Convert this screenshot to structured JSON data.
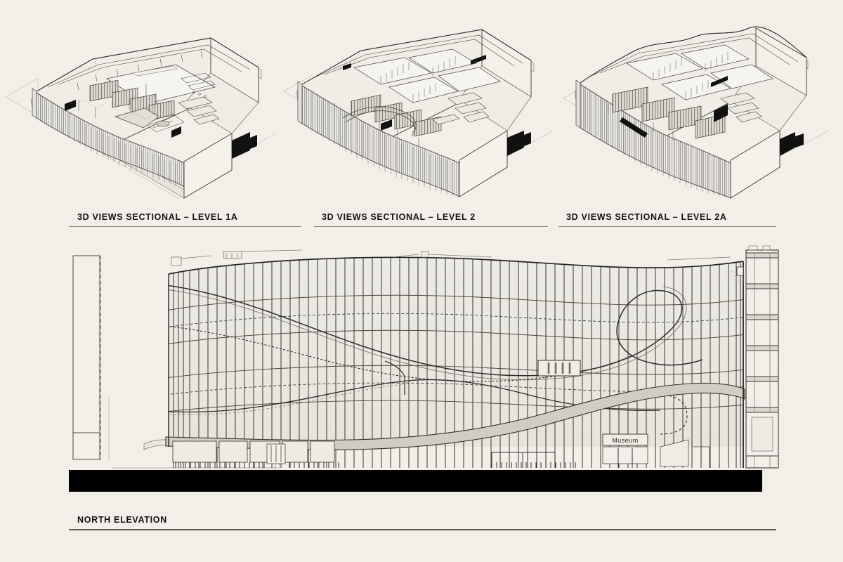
{
  "board": {
    "background_color": "#f2efe9",
    "ink_color": "#14130f",
    "rule_color": "#8e8a80",
    "ground_color": "#000000",
    "glass_fill": "#e9e6e0",
    "soffit_fill": "#d9d6cf"
  },
  "panels": [
    {
      "id": "axo-level-1a",
      "caption": "3D VIEWS SECTIONAL – LEVEL 1A",
      "drawing_type": "cutaway-axonometric",
      "level": "1A"
    },
    {
      "id": "axo-level-2",
      "caption": "3D VIEWS SECTIONAL – LEVEL 2",
      "drawing_type": "cutaway-axonometric",
      "level": "2"
    },
    {
      "id": "axo-level-2a",
      "caption": "3D VIEWS SECTIONAL – LEVEL 2A",
      "drawing_type": "cutaway-axonometric",
      "level": "2A"
    }
  ],
  "elevation": {
    "caption": "NORTH ELEVATION",
    "drawing_type": "building-elevation",
    "orientation": "north",
    "signage_text": "Museum",
    "features": {
      "curtain_wall": "vertical mullion glazed facade",
      "entrance": "swept arch canopy",
      "adjacent_tower_left": "dashed outline neighbour",
      "adjacent_block_right": "sectioned floor slabs"
    }
  }
}
